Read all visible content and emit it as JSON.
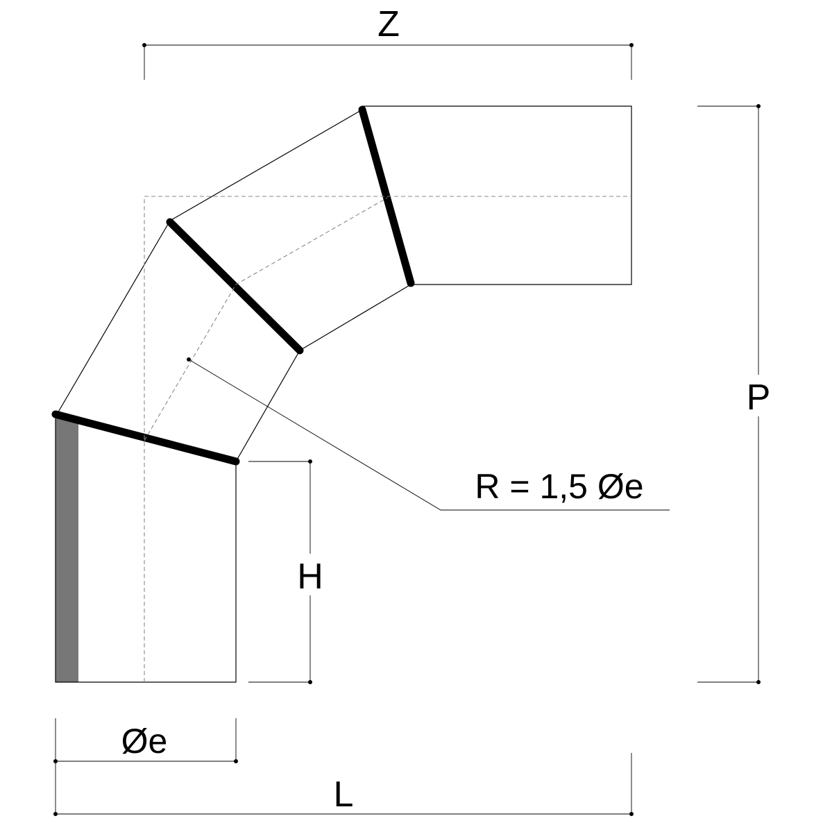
{
  "title": "Pipe elbow dimension drawing",
  "labels": {
    "z": "Z",
    "p": "P",
    "h": "H",
    "diameter": "Øe",
    "l": "L",
    "radius": "R = 1,5 Øe"
  },
  "colors": {
    "line": "#000000",
    "centerline": "#888888",
    "band": "#777777"
  }
}
